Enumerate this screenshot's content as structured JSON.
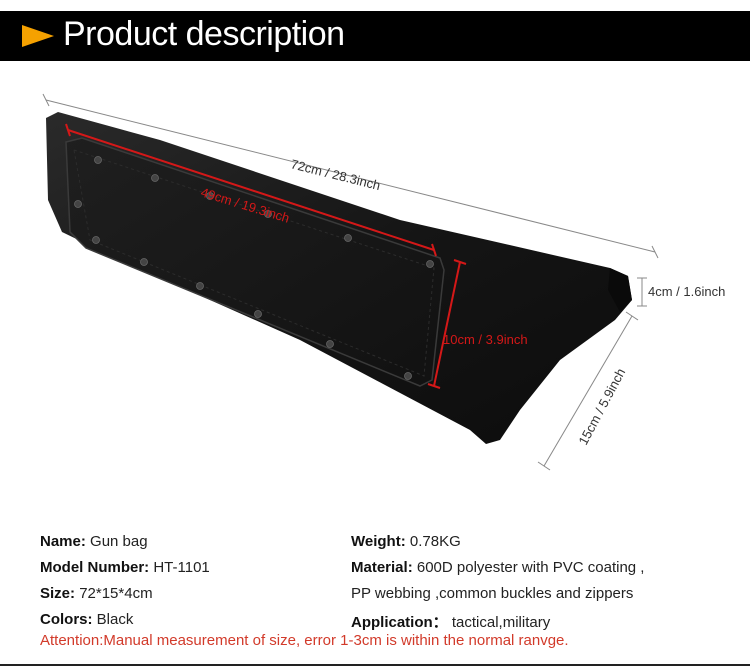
{
  "header": {
    "title": "Product description",
    "accent_color": "#f5a100",
    "icon": "triangle-arrow-icon"
  },
  "dimensions": {
    "length_outer": "72cm / 28.3inch",
    "length_inner": "49cm / 19.3inch",
    "thickness": "4cm / 1.6inch",
    "height_inner": "10cm / 3.9inch",
    "height_outer": "15cm / 5.9inch"
  },
  "specs": {
    "name_label": "Name:",
    "name_value": "Gun bag",
    "model_label": "Model Number:",
    "model_value": "HT-1101",
    "size_label": "Size:",
    "size_value": "72*15*4cm",
    "colors_label": "Colors:",
    "colors_value": "Black",
    "weight_label": "Weight:",
    "weight_value": "0.78KG",
    "material_label": "Material:",
    "material_value_1": "600D polyester with PVC coating ,",
    "material_value_2": "PP webbing ,common buckles and zippers",
    "application_label": "Application：",
    "application_value": "tactical,military"
  },
  "attention": "Attention:Manual measurement of size, error 1-3cm is within the normal ranvge."
}
